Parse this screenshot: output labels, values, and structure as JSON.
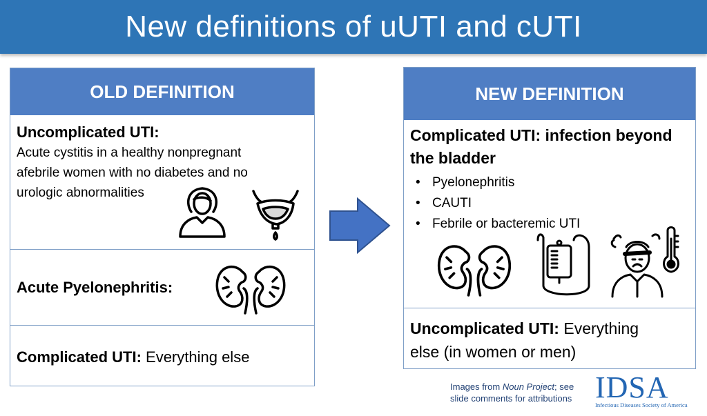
{
  "title": "New definitions of uUTI and cUTI",
  "old_box": {
    "header": "OLD DEFINITION",
    "uncomplicated_heading": "Uncomplicated UTI:",
    "uncomplicated_lines": [
      "Acute cystitis in a healthy nonpregnant",
      "afebrile women with no diabetes and no",
      "urologic abnormalities"
    ],
    "pyelo_heading": "Acute Pyelonephritis:",
    "complicated_bold": "Complicated UTI:",
    "complicated_rest": " Everything else"
  },
  "new_box": {
    "header": "NEW DEFINITION",
    "complicated_heading_line1": "Complicated UTI: infection beyond",
    "complicated_heading_line2": "the bladder",
    "bullets": [
      "Pyelonephritis",
      "CAUTI",
      "Febrile or bacteremic UTI"
    ],
    "uncomplicated_bold": "Uncomplicated UTI:",
    "uncomplicated_rest_line1": " Everything",
    "uncomplicated_rest_line2": "else (in women or men)"
  },
  "footer": {
    "credit_line1_pre": "Images from ",
    "credit_line1_italic": "Noun Project",
    "credit_line1_post": "; see",
    "credit_line2": "slide comments for attributions",
    "logo_word": "IDSA",
    "logo_tagline": "Infectious Diseases Society of America"
  },
  "colors": {
    "title_bar": "#2e75b6",
    "box_header": "#4f7ec4",
    "arrow_fill": "#4472c4",
    "logo": "#2366b3"
  },
  "icons": [
    "woman-icon",
    "bladder-icon",
    "kidneys-icon",
    "urine-bag-icon",
    "sick-person-icon",
    "thermometer-icon",
    "right-arrow-icon"
  ]
}
